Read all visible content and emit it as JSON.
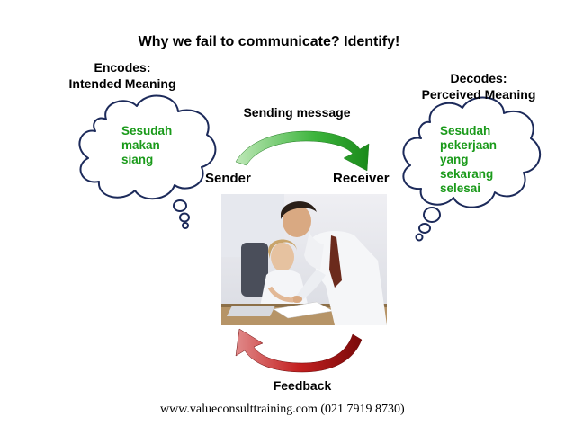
{
  "title": "Why we fail to communicate? Identify!",
  "encodes": {
    "line1": "Encodes:",
    "line2": "Intended Meaning"
  },
  "decodes": {
    "line1": "Decodes:",
    "line2": "Perceived Meaning"
  },
  "sending_message": "Sending message",
  "sender": "Sender",
  "receiver": "Receiver",
  "feedback": "Feedback",
  "left_cloud": [
    "Sesudah",
    "makan",
    "siang"
  ],
  "right_cloud": [
    "Sesudah",
    "pekerjaan",
    "yang",
    "sekarang",
    "selesai"
  ],
  "footer": "www.valueconsulttraining.com (021 7919 8730)",
  "colors": {
    "cloud_text": "#1a9a1a",
    "send_arrow": "#2ea62e",
    "feedback_arrow": "#b01515"
  },
  "photo": {
    "icon": "office-people-photo"
  }
}
